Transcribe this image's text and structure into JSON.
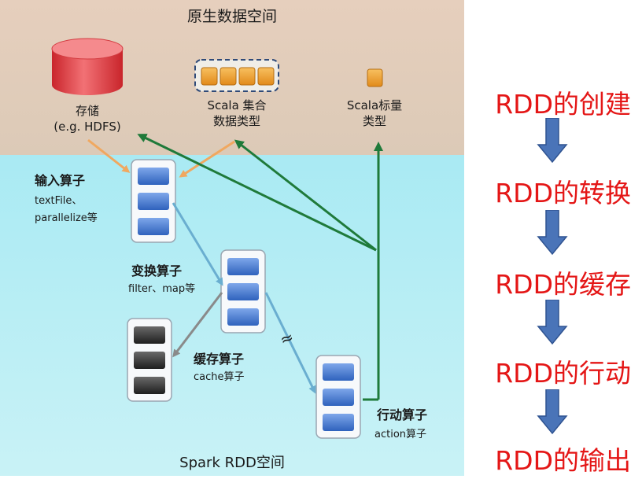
{
  "diagram": {
    "top_title": "原生数据空间",
    "bottom_title": "Spark RDD空间",
    "sources": [
      {
        "label_line1": "存储",
        "label_line2": "(e.g. HDFS)"
      },
      {
        "label_line1": "Scala 集合",
        "label_line2": "数据类型"
      },
      {
        "label_line1": "Scala标量",
        "label_line2": "类型"
      }
    ],
    "operators": {
      "input": {
        "title": "输入算子",
        "line1": "textFile、",
        "line2": "parallelize等"
      },
      "transform": {
        "title": "变换算子",
        "line1": "filter、map等"
      },
      "cache": {
        "title": "缓存算子",
        "line1": "cache算子"
      },
      "action": {
        "title": "行动算子",
        "line1": "action算子"
      }
    },
    "approx_symbol": "≈",
    "colors": {
      "top_band": "#e6cfbc",
      "bottom_band": "#b4ecf3",
      "storage_cylinder": "#e8474b",
      "collection_block": "#f1a02c",
      "rdd_block": "#4d7fd0",
      "cached_block": "#3f3f3f",
      "input_arrow": "#f0a860",
      "flow_arrow": "#6aaed0",
      "cache_arrow": "#8a8a8a",
      "action_arrow": "#1f7a3a"
    }
  },
  "steps": [
    "RDD的创建",
    "RDD的转换",
    "RDD的缓存",
    "RDD的行动",
    "RDD的输出"
  ],
  "step_color": "#e41616",
  "step_arrow_color": "#4a74b8"
}
